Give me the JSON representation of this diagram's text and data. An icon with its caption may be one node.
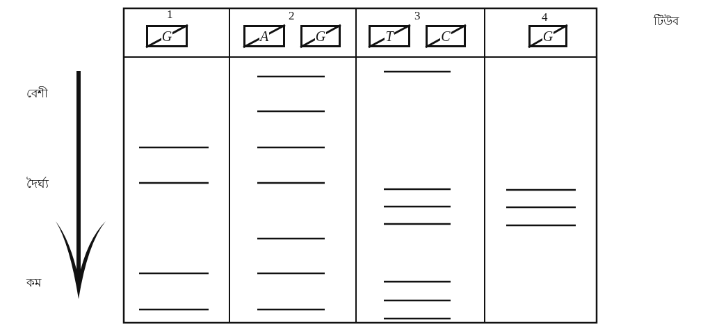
{
  "diagram": {
    "nodes": [
      {
        "text": [
          "G"
        ]
      },
      {
        "text": [
          "A"
        ]
      },
      {
        "text": [
          "G"
        ]
      },
      {
        "text": [
          "T"
        ]
      },
      {
        "text": [
          "C"
        ]
      },
      {
        "text": [
          "G"
        ]
      }
    ],
    "labels": [
      "1",
      "2",
      "3",
      "4",
      "টিউব",
      "বেশী",
      "দৈর্ঘ্য",
      "কম"
    ]
  }
}
